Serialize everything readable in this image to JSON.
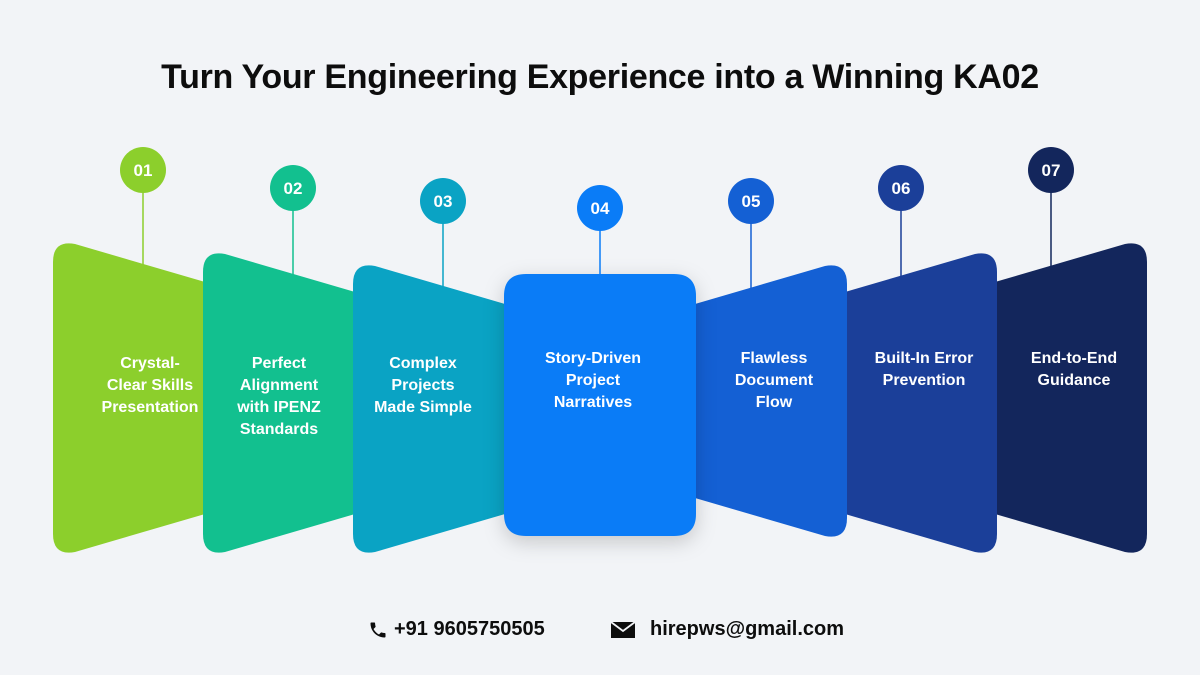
{
  "title": "Turn Your Engineering Experience into a Winning KA02",
  "steps": [
    {
      "number": "01",
      "label": "Crystal-\nClear Skills\nPresentation",
      "color": "#8ccf2c",
      "badge_color": "#8ccf2c"
    },
    {
      "number": "02",
      "label": "Perfect\nAlignment\nwith IPENZ\nStandards",
      "color": "#12c08f",
      "badge_color": "#12c08f"
    },
    {
      "number": "03",
      "label": "Complex\nProjects\nMade Simple",
      "color": "#0aa3c4",
      "badge_color": "#0aa3c4"
    },
    {
      "number": "04",
      "label": "Story-Driven\nProject\nNarratives",
      "color": "#0a7cf7",
      "badge_color": "#0a7cf7"
    },
    {
      "number": "05",
      "label": "Flawless\nDocument\nFlow",
      "color": "#1460d4",
      "badge_color": "#1460d4"
    },
    {
      "number": "06",
      "label": "Built-In Error\nPrevention",
      "color": "#1b3f99",
      "badge_color": "#1b3f99"
    },
    {
      "number": "07",
      "label": "End-to-End\nGuidance",
      "color": "#13265c",
      "badge_color": "#13265c"
    }
  ],
  "contact": {
    "phone": "+91 9605750505",
    "email": "hirepws@gmail.com",
    "phone_icon": "phone-icon",
    "email_icon": "envelope-icon"
  }
}
